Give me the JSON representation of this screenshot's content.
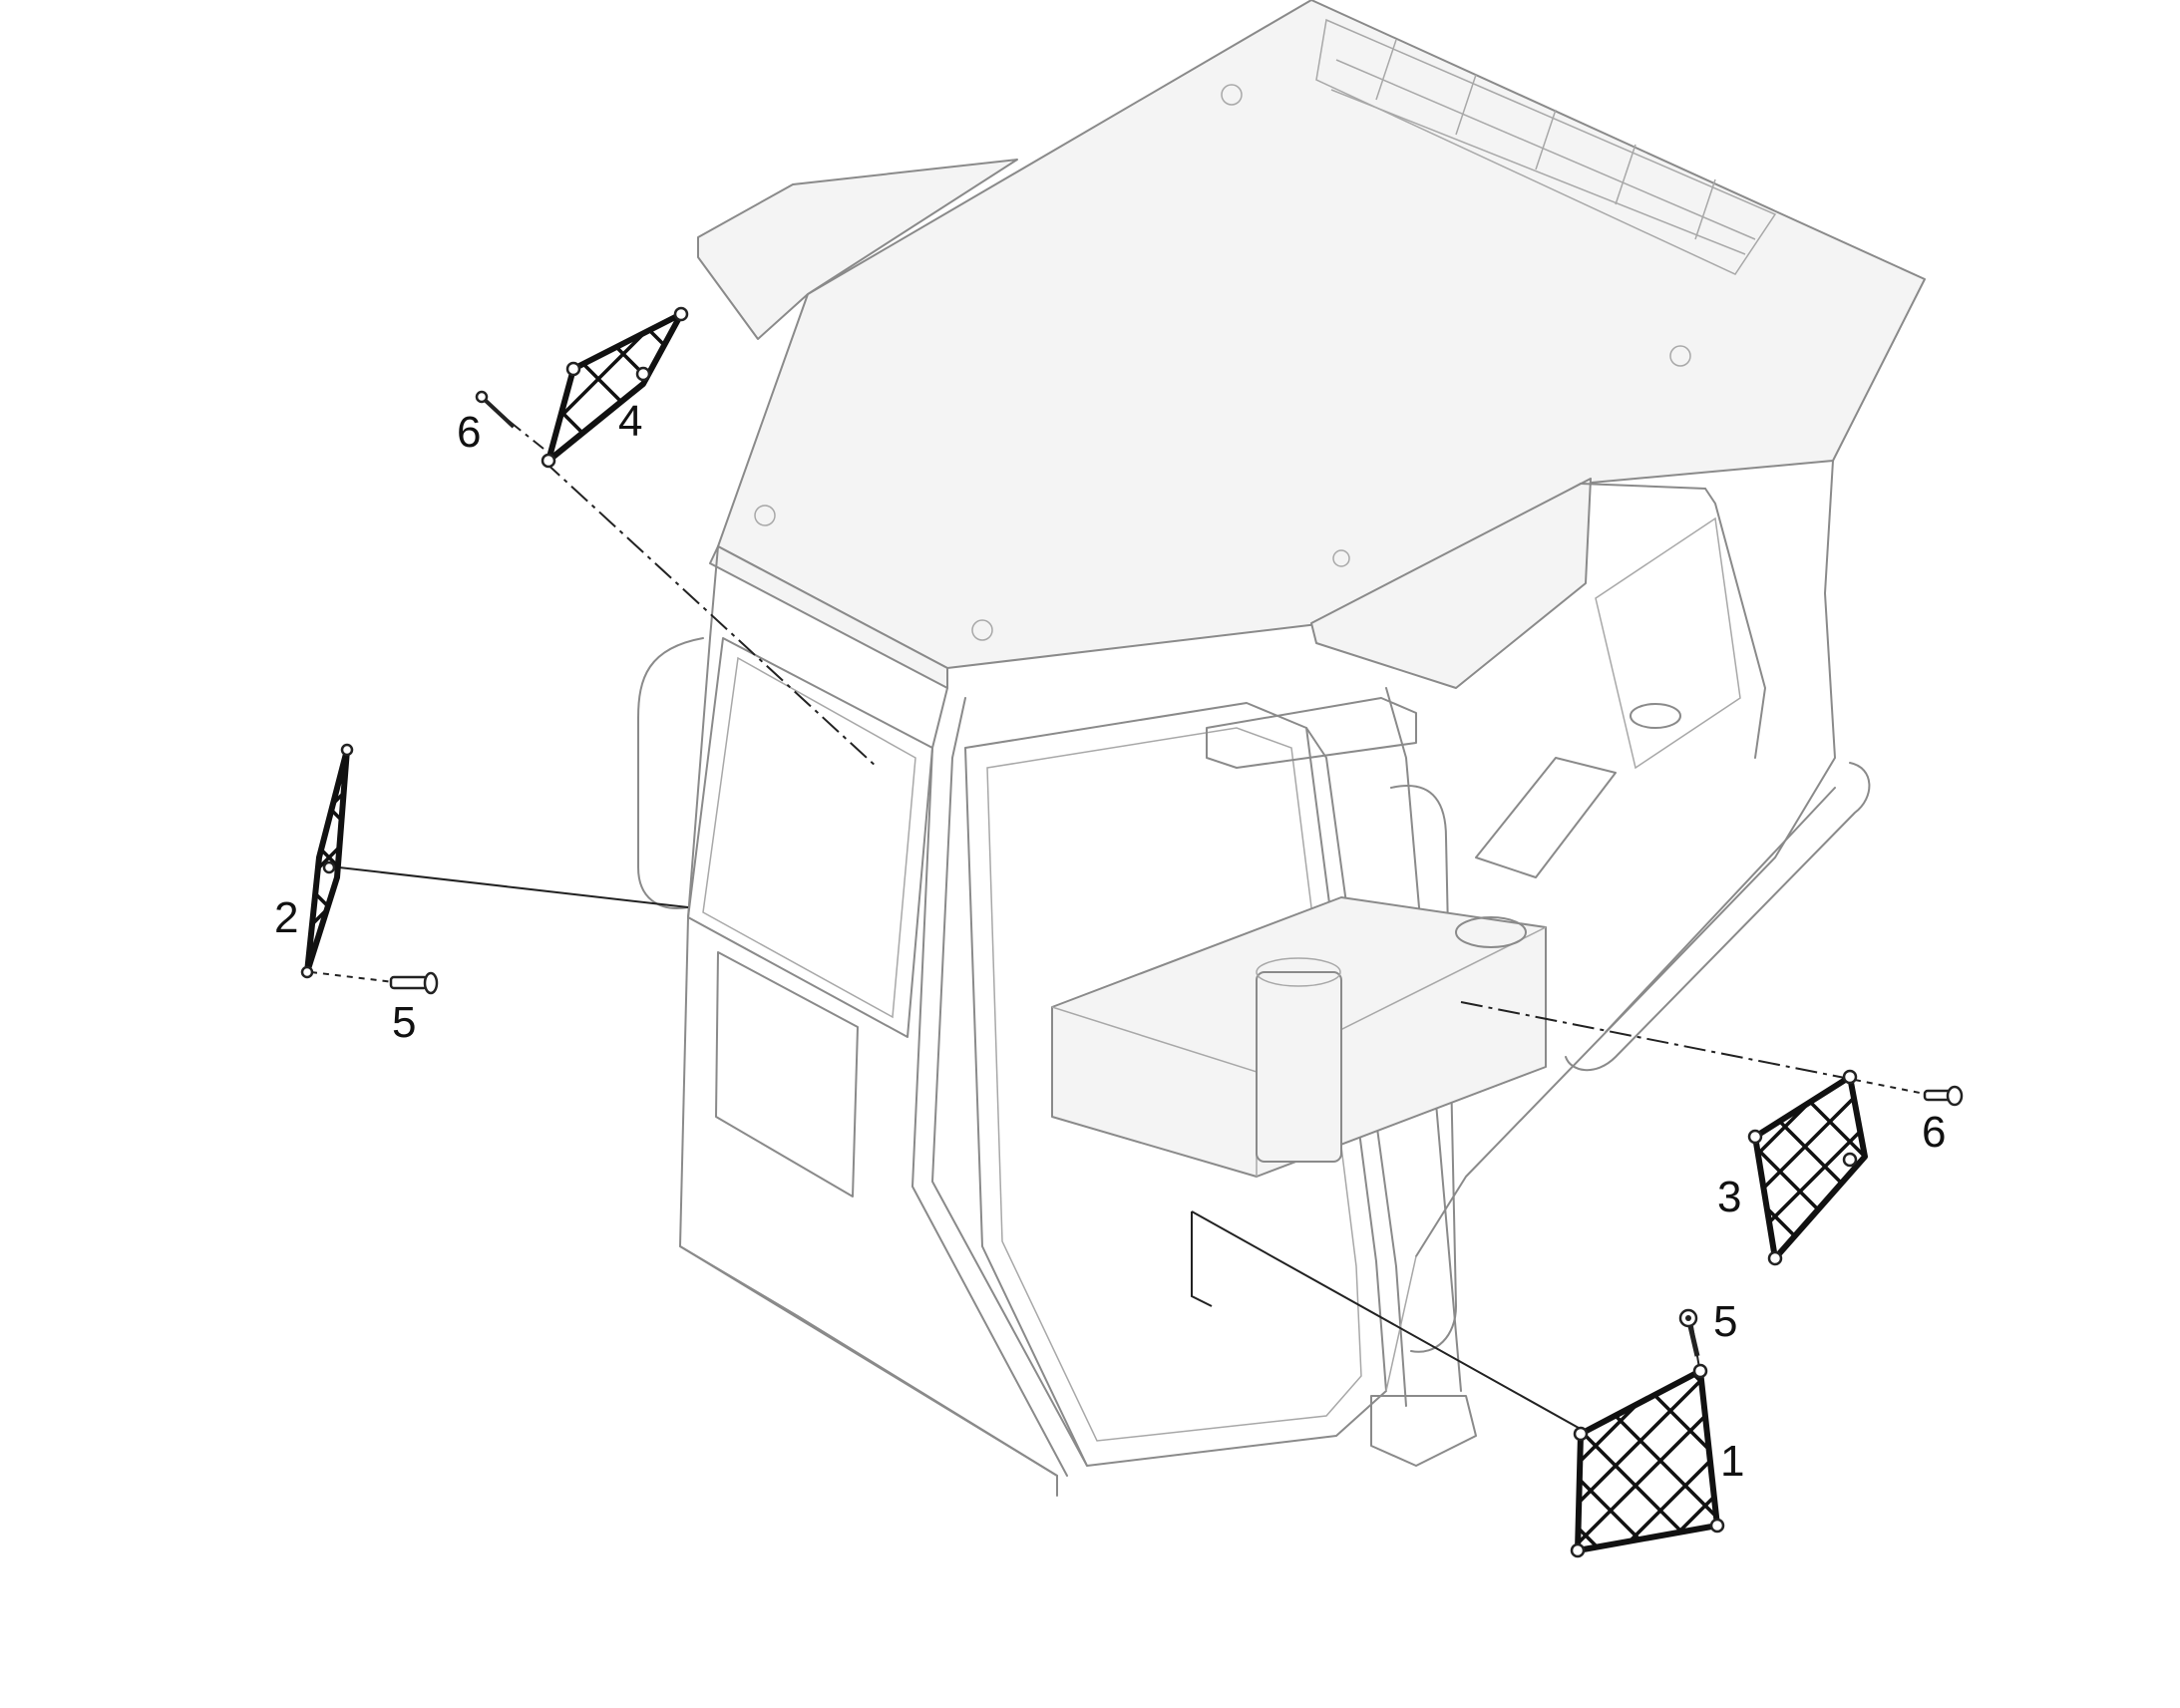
{
  "callouts": [
    {
      "id": "1",
      "label": "1"
    },
    {
      "id": "2",
      "label": "2"
    },
    {
      "id": "3",
      "label": "3"
    },
    {
      "id": "4",
      "label": "4"
    },
    {
      "id": "5a",
      "label": "5"
    },
    {
      "id": "5b",
      "label": "5"
    },
    {
      "id": "6a",
      "label": "6"
    },
    {
      "id": "6b",
      "label": "6"
    }
  ],
  "colors": {
    "line_art": "#8a8a8a",
    "part_outline": "#111111",
    "background": "#ffffff"
  }
}
